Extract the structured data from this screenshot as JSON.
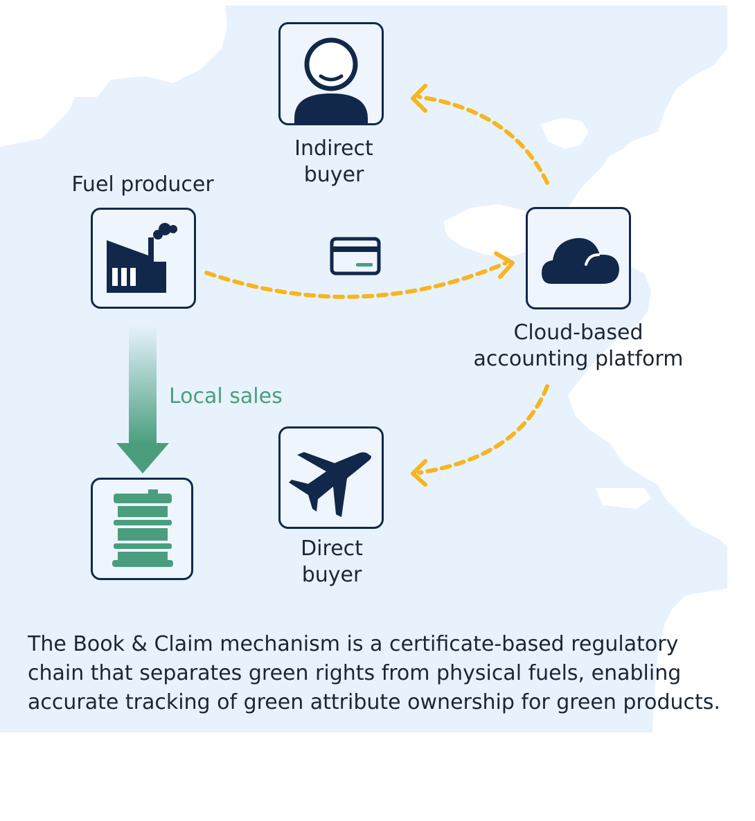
{
  "nodes": {
    "indirect_buyer": {
      "line1": "Indirect",
      "line2": "buyer"
    },
    "fuel_producer": {
      "label": "Fuel producer"
    },
    "cloud_platform": {
      "line1": "Cloud-based",
      "line2": "accounting platform"
    },
    "direct_buyer": {
      "line1": "Direct",
      "line2": "buyer"
    },
    "fuel_barrel": {
      "label": ""
    }
  },
  "edges": {
    "local_sales": "Local sales"
  },
  "caption": "The Book & Claim mechanism is a certificate-based regulatory chain that separates green rights from physical fuels, enabling accurate tracking of green attribute ownership for green products.",
  "colors": {
    "navy": "#12284a",
    "map_fill": "#e7f2fd",
    "arrow_dash": "#f7b51e",
    "green": "#4a9e7e"
  },
  "icons": {
    "indirect_buyer": "person-icon",
    "fuel_producer": "factory-icon",
    "cloud_platform": "cloud-icon",
    "direct_buyer": "airplane-icon",
    "fuel_barrel": "barrel-icon",
    "certificate": "card-icon"
  }
}
